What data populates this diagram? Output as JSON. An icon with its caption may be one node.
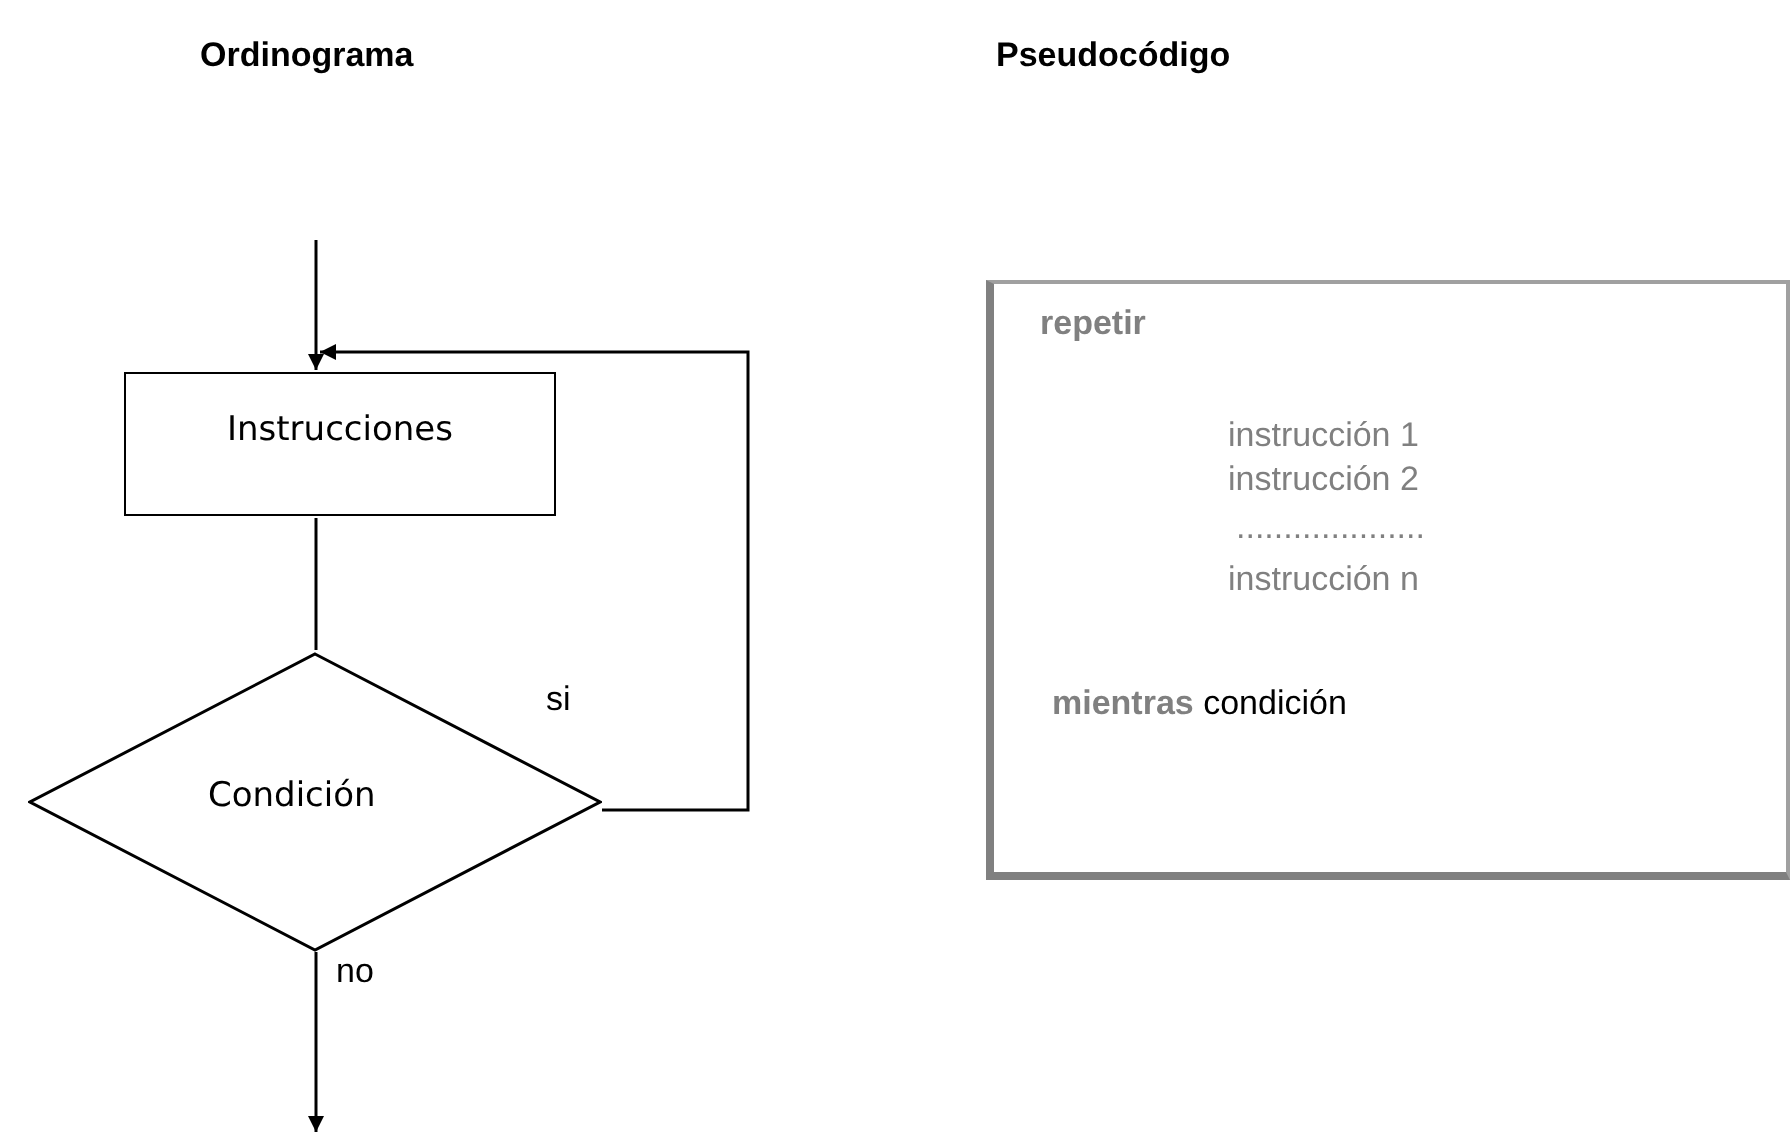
{
  "diagram": {
    "nodes": [
      {
        "text": [
          "Instrucciones"
        ]
      },
      {
        "text": [
          "Condición"
        ]
      },
      {
        "text": [
          "repetir",
          "instrucción 1",
          "instrucción 2",
          "....................",
          "instrucción n",
          "**mientras** condición"
        ]
      }
    ],
    "edges": [
      {
        "from": null,
        "to": 0,
        "arrow": "to"
      },
      {
        "from": 0,
        "to": 1,
        "arrow": "none"
      },
      {
        "from": 1,
        "to": 0,
        "arrow": "to",
        "label": "si"
      },
      {
        "from": 1,
        "to": null,
        "arrow": "to",
        "label": "no"
      }
    ],
    "labels": [
      "Ordinograma",
      "Pseudocódigo"
    ]
  }
}
